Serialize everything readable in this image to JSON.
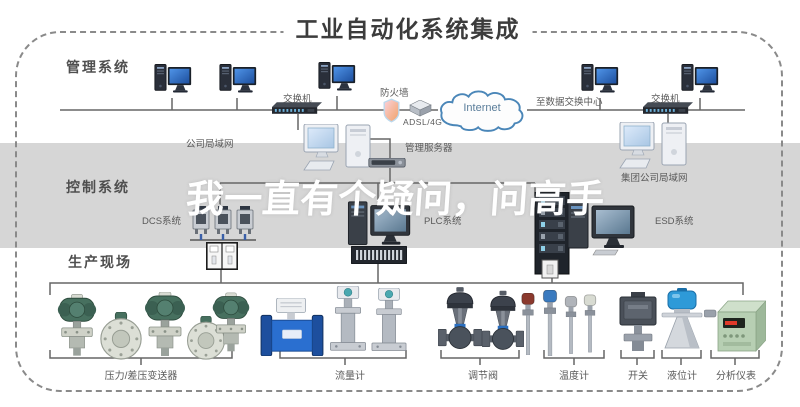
{
  "title": "工业自动化系统集成",
  "watermark": {
    "text": "我一直有个疑问，问高手"
  },
  "sections": {
    "management": "管理系统",
    "control": "控制系统",
    "field": "生产现场"
  },
  "network": {
    "switch_left": "交换机",
    "switch_right": "交换机",
    "firewall": "防火墙",
    "adsl": "ADSL/4G",
    "internet": "Internet",
    "to_data_center": "至数据交换中心",
    "company_lan": "公司局域网",
    "mgmt_server": "管理服务器",
    "group_lan": "集团公司局域网"
  },
  "control_systems": {
    "dcs": "DCS系统",
    "plc": "PLC系统",
    "esd": "ESD系统"
  },
  "instruments": [
    {
      "label": "压力/差压变送器"
    },
    {
      "label": "流量计"
    },
    {
      "label": "调节阀"
    },
    {
      "label": "温度计"
    },
    {
      "label": "开关"
    },
    {
      "label": "液位计"
    },
    {
      "label": "分析仪表"
    }
  ],
  "colors": {
    "gray_band": "#d6d6d6",
    "watermark_text": "#ffffff",
    "line": "#666666",
    "cloud_stroke": "#4a86b8",
    "firewall": "#f6b9a0",
    "flowmeter_blue": "#2a6fd0",
    "transmitter_green": "#47705f",
    "level_blue": "#2e9ad8",
    "analyzer_green": "#b7cfb3"
  }
}
